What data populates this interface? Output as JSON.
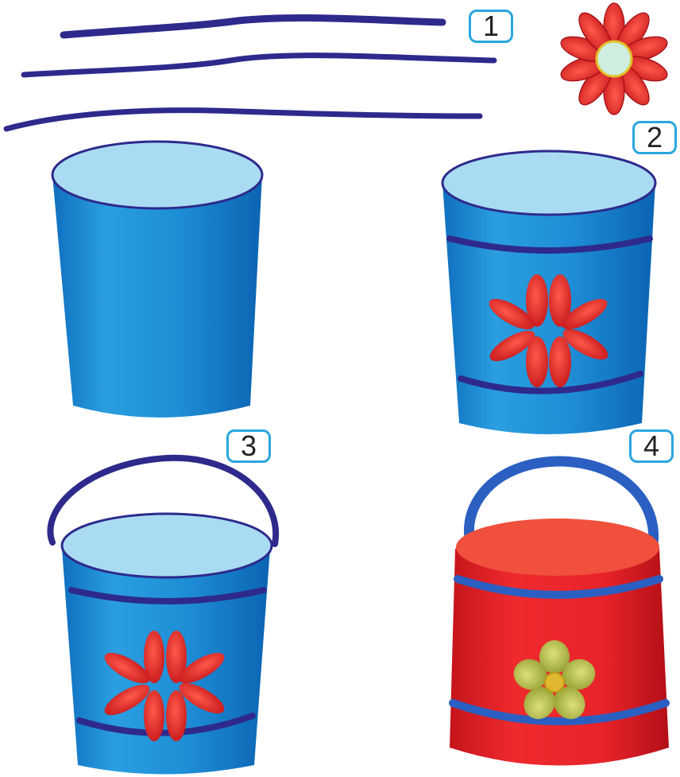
{
  "steps": [
    {
      "number": "1"
    },
    {
      "number": "2"
    },
    {
      "number": "3"
    },
    {
      "number": "4"
    }
  ],
  "colors": {
    "bucket_blue": "#1e90d6",
    "bucket_top": "#a9dcf3",
    "stripe": "#2e2a8c",
    "petal_red": "#e21b23",
    "red_bucket": "#e8232a",
    "red_top": "#f0503c",
    "yellow_flower": "#b7c23a",
    "flower_center": "#e0b830",
    "badge_border": "#2aa6de"
  }
}
